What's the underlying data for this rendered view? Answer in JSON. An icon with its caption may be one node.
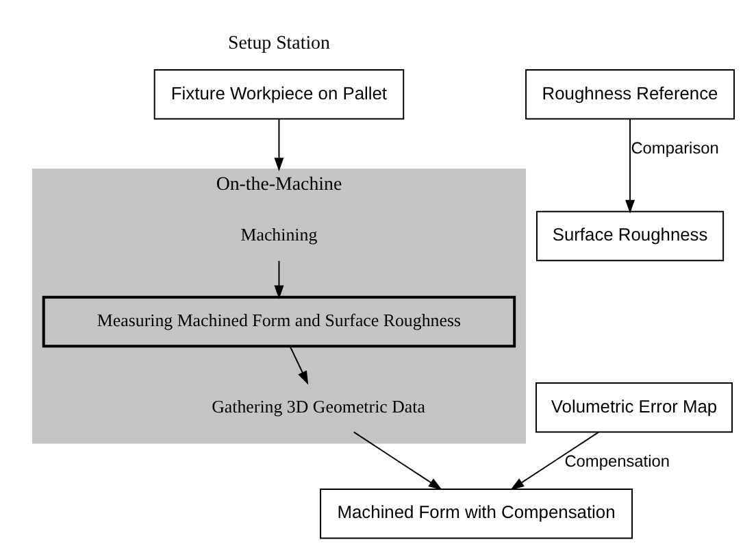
{
  "diagram": {
    "nodes": [
      {
        "text": [
          "Fixture Workpiece on Pallet"
        ],
        "beside": [
          "Setup Station"
        ]
      },
      {
        "text": [
          "On-the-Machine"
        ]
      },
      {
        "text": [
          "Machining"
        ],
        "in": 1
      },
      {
        "text": [
          "Measuring Machined Form and Surface Roughness"
        ],
        "in": 1
      },
      {
        "text": [
          "Gathering 3D Geometric Data"
        ],
        "in": 1
      },
      {
        "text": [
          "Roughness Reference"
        ]
      },
      {
        "text": [
          "Volumetric Error Map"
        ]
      },
      {
        "text": [
          "Machined Form with Compensation"
        ]
      },
      {
        "text": [
          "Surface Roughness"
        ]
      }
    ],
    "edges": [
      {
        "from": 0,
        "to": 1,
        "arrow": "to"
      },
      {
        "from": 2,
        "to": 3,
        "arrow": "to"
      },
      {
        "from": 3,
        "to": 4,
        "arrow": "to"
      },
      {
        "from": 4,
        "to": 7,
        "arrow": "to"
      },
      {
        "from": 5,
        "to": 8,
        "arrow": "to",
        "label": "Comparison"
      },
      {
        "from": 6,
        "to": 7,
        "arrow": "to",
        "label": "Compensation"
      }
    ]
  }
}
